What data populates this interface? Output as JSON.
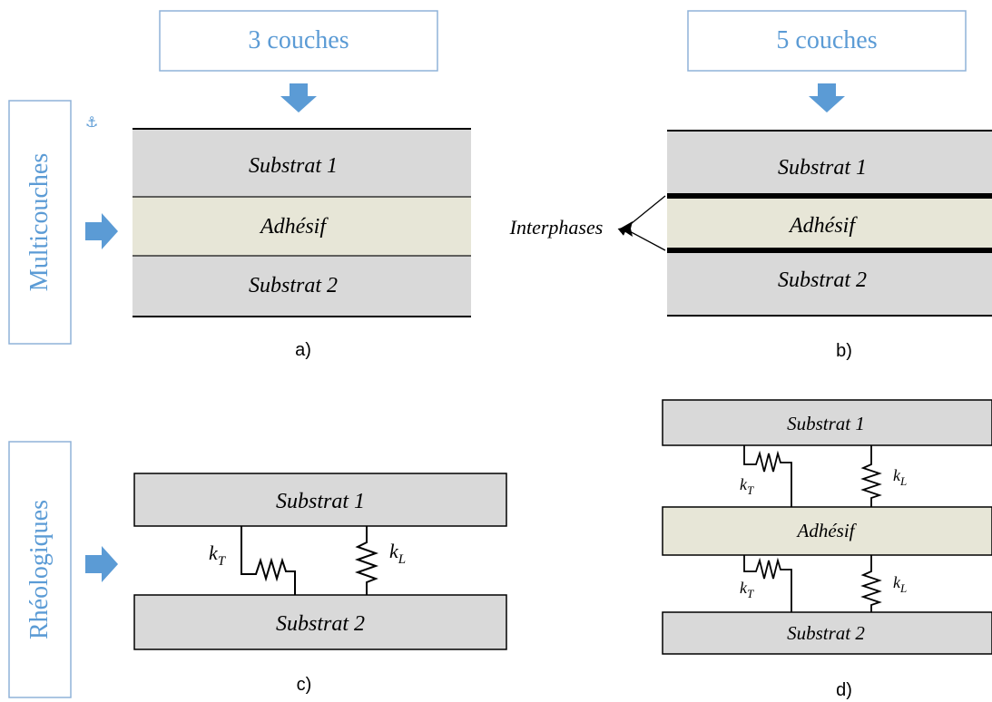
{
  "headers": {
    "three_layers": "3 couches",
    "five_layers": "5 couches"
  },
  "side_labels": {
    "multilayer": "Multicouches",
    "rheological": "Rhéologiques"
  },
  "layers": {
    "substrate1": "Substrat 1",
    "adhesive": "Adhésif",
    "substrate2": "Substrat 2"
  },
  "interphases_label": "Interphases",
  "springs": {
    "transverse": "k",
    "transverse_sub": "T",
    "longitudinal": "k",
    "longitudinal_sub": "L"
  },
  "captions": {
    "a": "a)",
    "b": "b)",
    "c": "c)",
    "d": "d)"
  },
  "colors": {
    "accent": "#5B9BD5",
    "box_border": "#8FB2D9",
    "substrate_fill": "#D9D9D9",
    "adhesive_fill": "#E7E6D7",
    "line": "#000000"
  }
}
